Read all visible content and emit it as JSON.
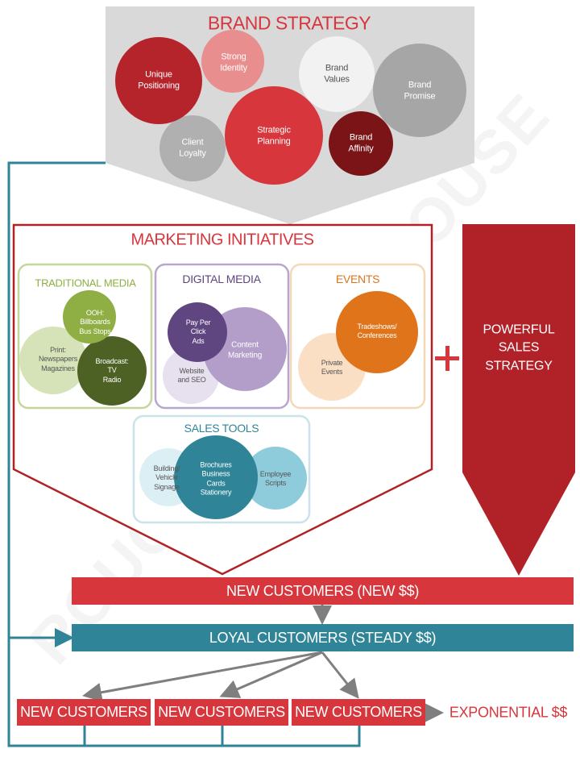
{
  "brand_strategy": {
    "title": "BRAND STRATEGY",
    "bubbles": {
      "unique_positioning": "Unique\nPositioning",
      "strong_identity": "Strong\nIdentity",
      "brand_values": "Brand\nValues",
      "brand_promise": "Brand\nPromise",
      "client_loyalty": "Client\nLoyalty",
      "strategic_planning": "Strategic\nPlanning",
      "brand_affinity": "Brand\nAffinity"
    }
  },
  "marketing": {
    "title": "MARKETING INITIATIVES",
    "traditional": {
      "title": "TRADITIONAL MEDIA",
      "ooh": "OOH:\nBillboards\nBus Stops",
      "print": "Print:\nNewspapers\nMagazines",
      "broadcast": "Broadcast:\nTV\nRadio"
    },
    "digital": {
      "title": "DIGITAL MEDIA",
      "ppc": "Pay Per\nClick\nAds",
      "content": "Content\nMarketing",
      "website": "Website\nand SEO"
    },
    "events": {
      "title": "EVENTS",
      "tradeshows": "Tradeshows/\nConferences",
      "private": "Private\nEvents"
    },
    "sales_tools": {
      "title": "SALES TOOLS",
      "building": "Building/\nVehicle\nSignage",
      "brochures": "Brochures\nBusiness\nCards\nStationery",
      "employee": "Employee\nScripts"
    }
  },
  "sales": {
    "plus": "+",
    "label": "POWERFUL\nSALES STRATEGY"
  },
  "outcomes": {
    "new_customers_bar": "NEW CUSTOMERS (NEW $$)",
    "loyal_customers_bar": "LOYAL CUSTOMERS (STEADY $$)",
    "new_customers": [
      "NEW CUSTOMERS",
      "NEW CUSTOMERS",
      "NEW CUSTOMERS"
    ],
    "exponential": "EXPONENTIAL $$"
  },
  "watermark": "ROUGE DESIGN HOUSE",
  "colors": {
    "red": "#d7363c",
    "dark_red": "#b02228",
    "maroon": "#7a1416",
    "teal": "#2f8597",
    "gray_panel": "#d9d9d9",
    "traditional_green": "#8fae44",
    "digital_purple": "#6a4e86",
    "events_orange": "#e0741a",
    "sales_blue": "#3e9fb6"
  }
}
